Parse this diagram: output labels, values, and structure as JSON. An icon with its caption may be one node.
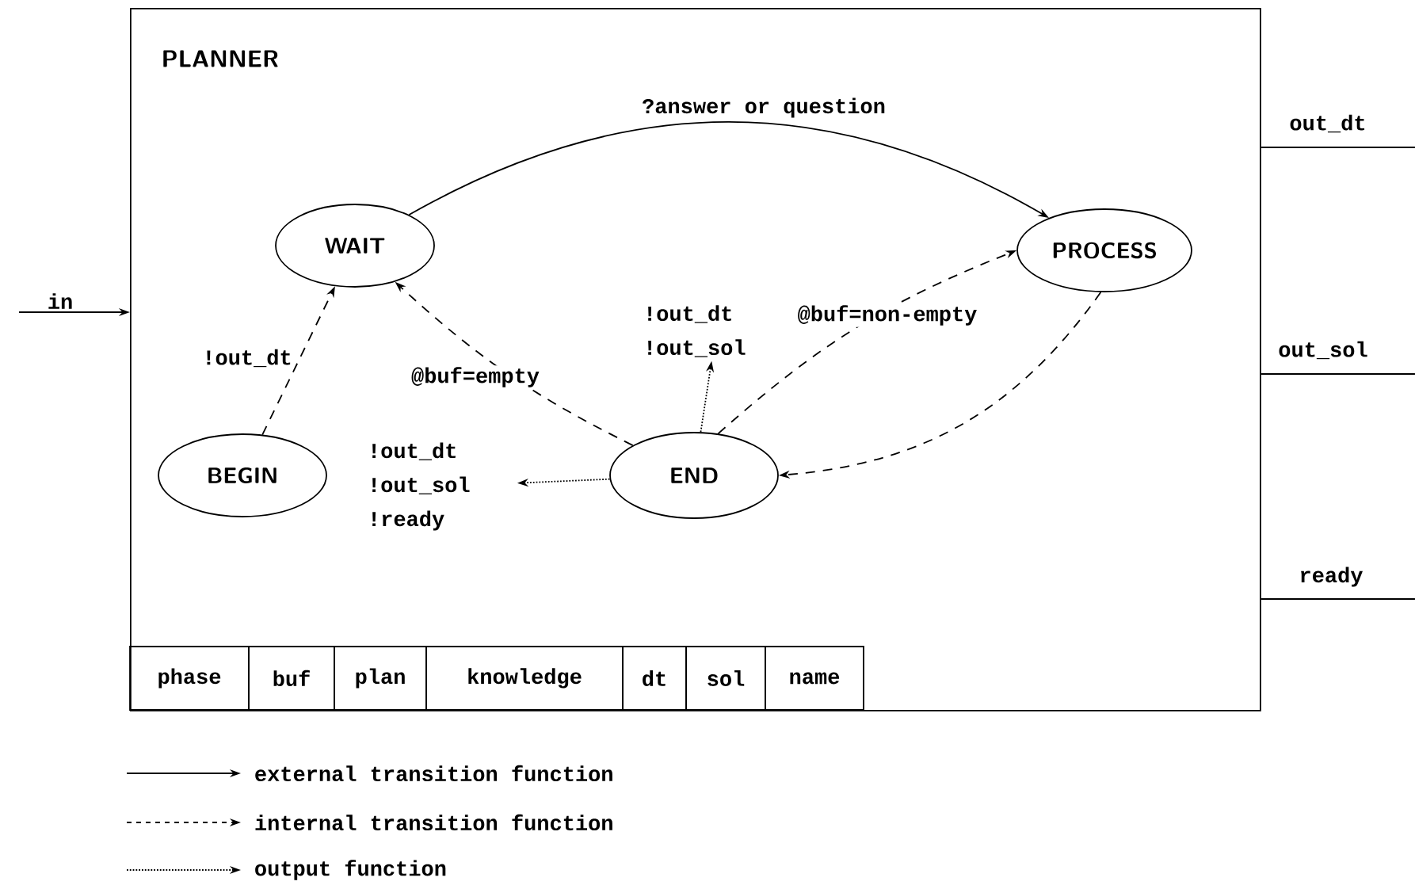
{
  "diagram": {
    "nodes": [
      {
        "text": [
          "PLANNER"
        ]
      },
      {
        "text": [
          "WAIT"
        ],
        "in": 0
      },
      {
        "text": [
          "PROCESS"
        ],
        "in": 0
      },
      {
        "text": [
          "!out_dt !out_sol"
        ],
        "in": 0
      },
      {
        "text": [
          "BEGIN"
        ],
        "in": 0
      },
      {
        "text": [
          "END"
        ],
        "in": 0
      },
      {
        "text": [
          "!out_dt !out_sol !ready"
        ],
        "in": 0
      }
    ],
    "edges": [
      {
        "from": 1,
        "to": 2,
        "arrow": "to",
        "label": "?answer or question"
      },
      {
        "from": 4,
        "to": 1,
        "arrow": "to",
        "style": "dashed",
        "label": "!out_dt"
      },
      {
        "from": 5,
        "to": 1,
        "arrow": "to",
        "style": "dashed",
        "label": "@buf=empty"
      },
      {
        "from": 5,
        "to": 2,
        "arrow": "to",
        "style": "dashed",
        "label": "@buf=non-empty"
      },
      {
        "from": 2,
        "to": 5,
        "arrow": "to",
        "style": "dashed"
      },
      {
        "from": 5,
        "to": 3,
        "arrow": "to",
        "style": "dashed"
      },
      {
        "from": 5,
        "to": 6,
        "arrow": "to",
        "style": "dashed"
      },
      {
        "from": null,
        "to": 0,
        "arrow": "to",
        "label": "in"
      },
      {
        "from": 0,
        "to": null,
        "arrow": "none",
        "label": "out_dt"
      },
      {
        "from": 0,
        "to": null,
        "arrow": "none",
        "label": "out_sol"
      },
      {
        "from": 0,
        "to": null,
        "arrow": "none",
        "label": "ready"
      }
    ],
    "labels": [
      "phase",
      "buf",
      "plan",
      "knowledge",
      "dt",
      "sol",
      "name"
    ],
    "legend": [
      {
        "text": "external transition function"
      },
      {
        "text": "internal transition function"
      },
      {
        "text": "output function"
      }
    ]
  }
}
